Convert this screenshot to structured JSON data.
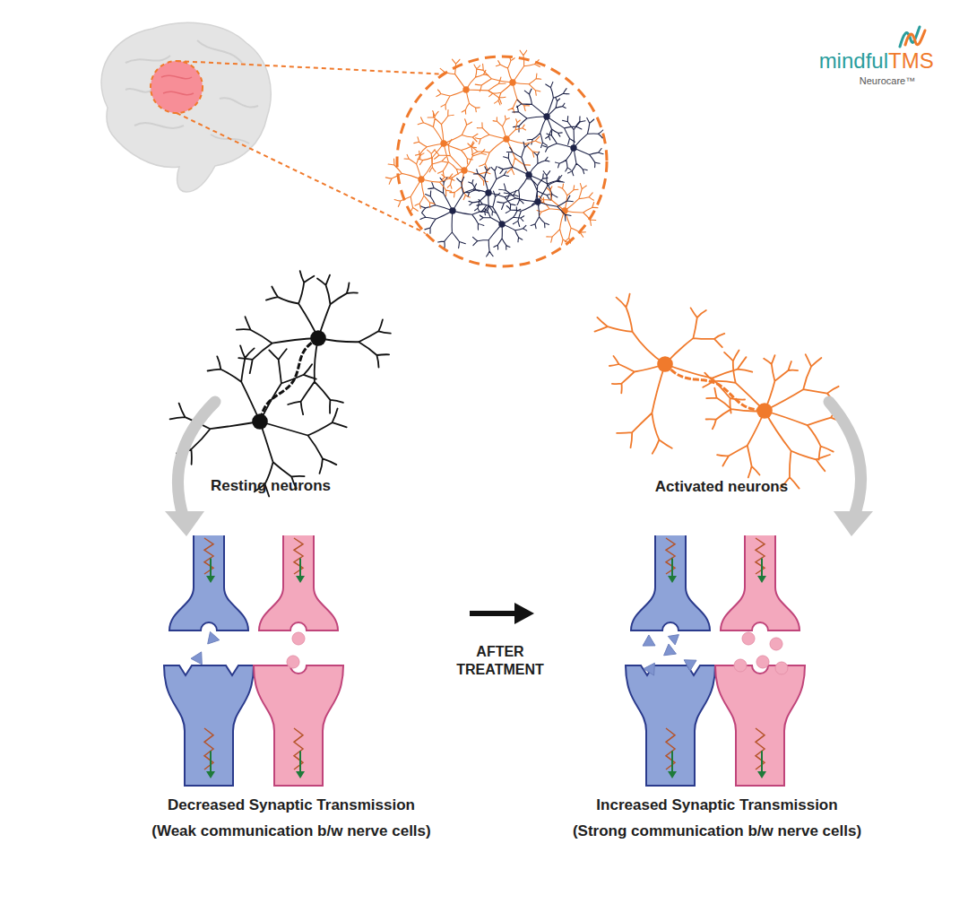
{
  "diagram": {
    "labels": [
      "mindful",
      "TMS",
      "Neurocare™",
      "Resting neurons",
      "Activated neurons",
      "AFTER TREATMENT",
      "Decreased Synaptic Transmission",
      "(Weak communication b/w nerve cells)",
      "Increased Synaptic Transmission",
      "(Strong communication b/w nerve cells)"
    ]
  }
}
